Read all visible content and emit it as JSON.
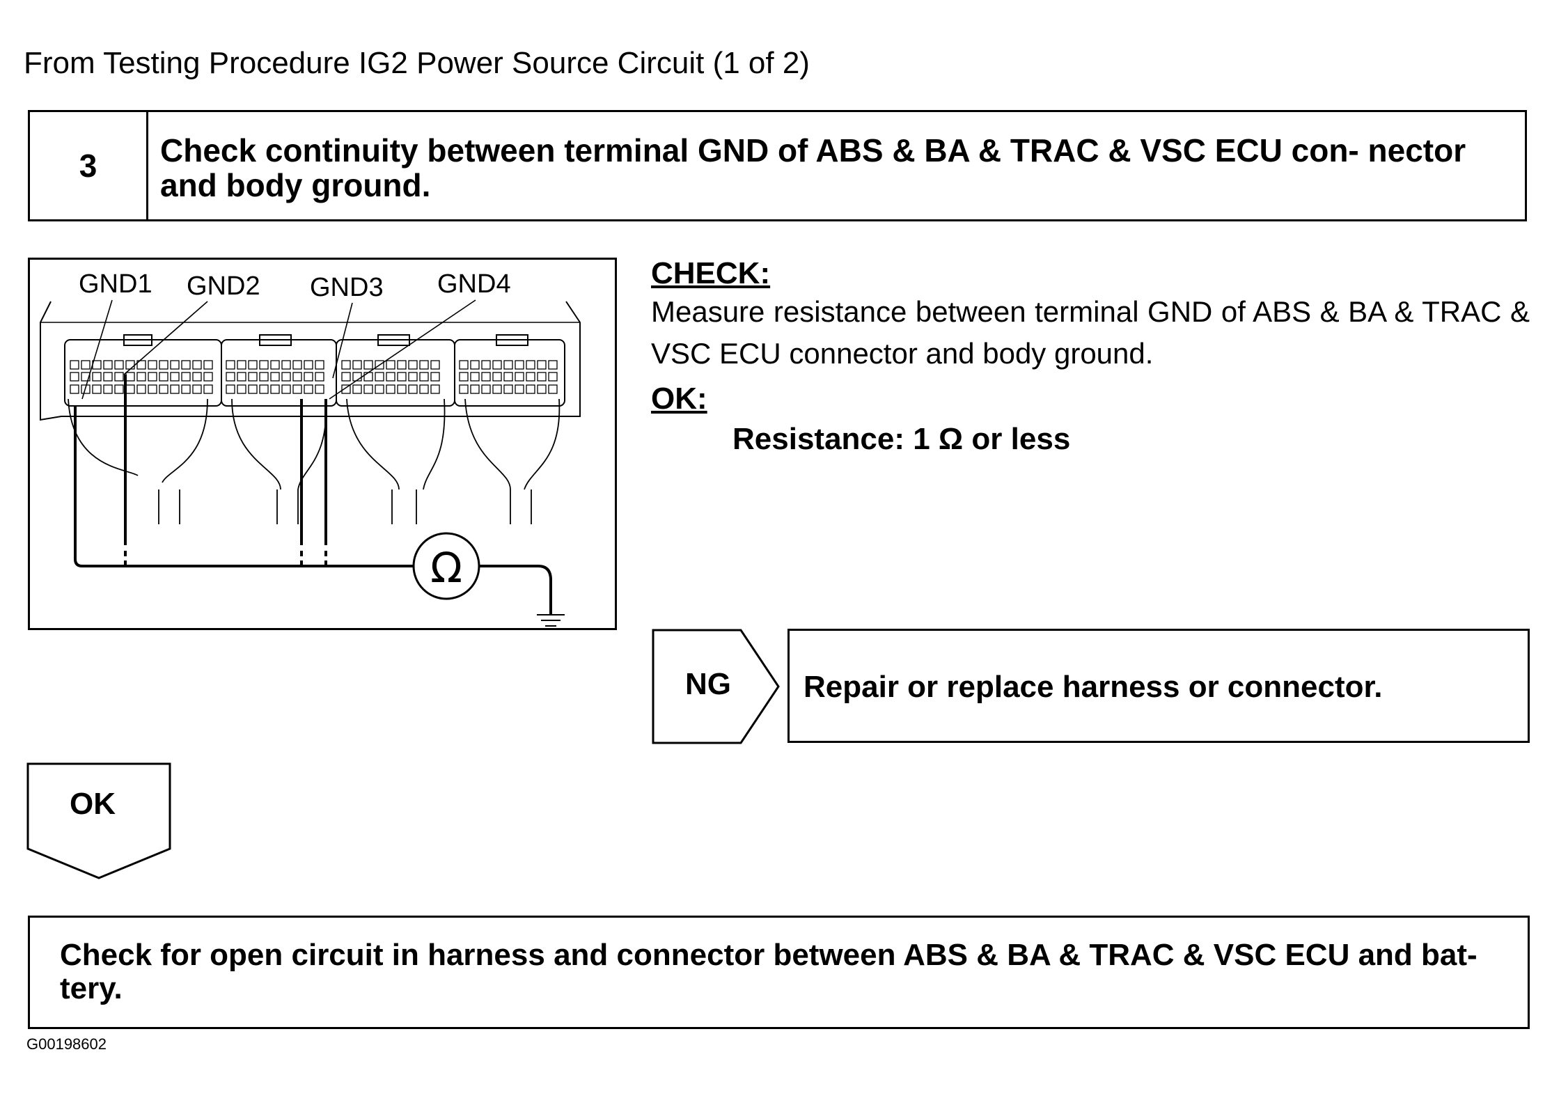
{
  "header": "From Testing Procedure IG2 Power Source Circuit (1 of 2)",
  "step": {
    "number": "3",
    "title": "Check continuity between terminal GND of ABS & BA & TRAC & VSC ECU con- nector and body ground."
  },
  "diagram": {
    "labels": [
      "GND1",
      "GND2",
      "GND3",
      "GND4"
    ],
    "meter_symbol": "Ω"
  },
  "check": {
    "heading": "CHECK:",
    "text": "Measure resistance between terminal GND of ABS & BA & TRAC & VSC ECU connector and body ground.",
    "ok_heading": "OK:",
    "ok_value": "Resistance: 1 Ω or less"
  },
  "ng": {
    "label": "NG",
    "action": "Repair or replace harness or connector."
  },
  "ok": {
    "label": "OK"
  },
  "next_step": "Check for open circuit in harness and connector between ABS & BA & TRAC & VSC ECU and bat- tery.",
  "figure_id": "G00198602"
}
